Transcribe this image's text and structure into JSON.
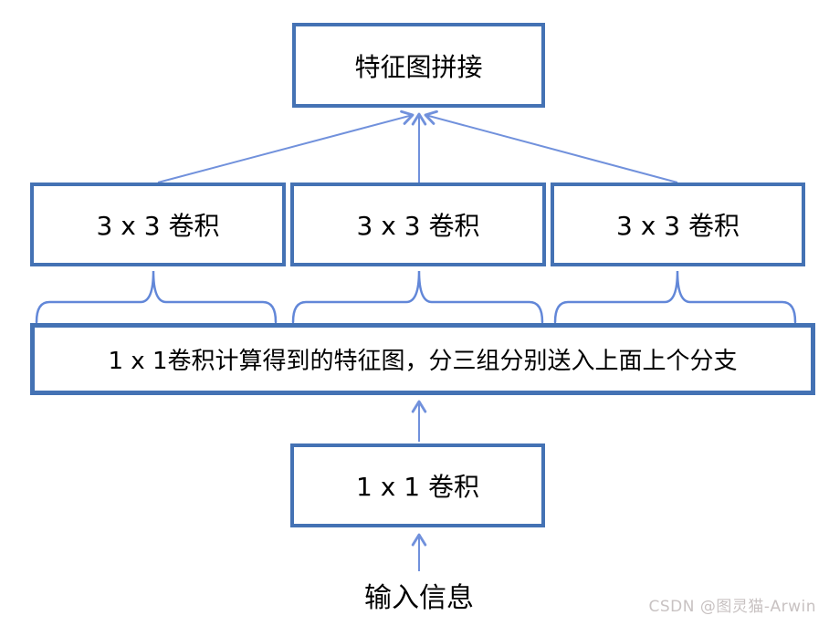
{
  "diagram": {
    "title_semantic": "inception-style grouped convolution flow",
    "top_box": {
      "label": "特征图拼接"
    },
    "conv_boxes": [
      {
        "label": "3 x 3 卷积"
      },
      {
        "label": "3 x 3 卷积"
      },
      {
        "label": "3 x 3 卷积"
      }
    ],
    "wide_box": {
      "label": "1 x 1卷积计算得到的特征图，分三组分别送入上面上个分支"
    },
    "conv1x1_box": {
      "label": "1 x 1 卷积"
    },
    "input_label": "输入信息"
  },
  "watermark": "CSDN @图灵猫-Arwin",
  "colors": {
    "box_border": "#4472b4",
    "connector": "#7191dc",
    "brace": "#6287d8",
    "text": "#000000",
    "watermark": "#c8c2c2",
    "background": "#ffffff"
  }
}
